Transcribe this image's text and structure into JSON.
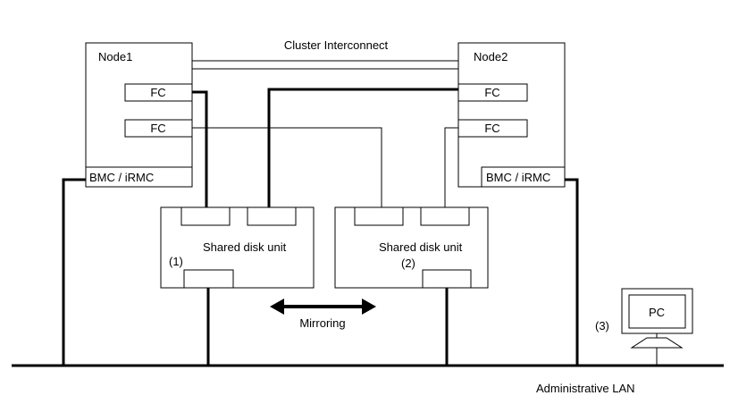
{
  "diagram": {
    "interconnect_label": "Cluster Interconnect",
    "node1": {
      "title": "Node1",
      "fc1": "FC",
      "fc2": "FC",
      "bmc": "BMC / iRMC"
    },
    "node2": {
      "title": "Node2",
      "fc1": "FC",
      "fc2": "FC",
      "bmc": "BMC / iRMC"
    },
    "disk1": {
      "label": "Shared disk unit",
      "number": "(1)"
    },
    "disk2": {
      "label": "Shared disk unit",
      "number": "(2)"
    },
    "mirroring_label": "Mirroring",
    "pc": {
      "label": "PC",
      "number": "(3)"
    },
    "lan_label": "Administrative LAN"
  }
}
